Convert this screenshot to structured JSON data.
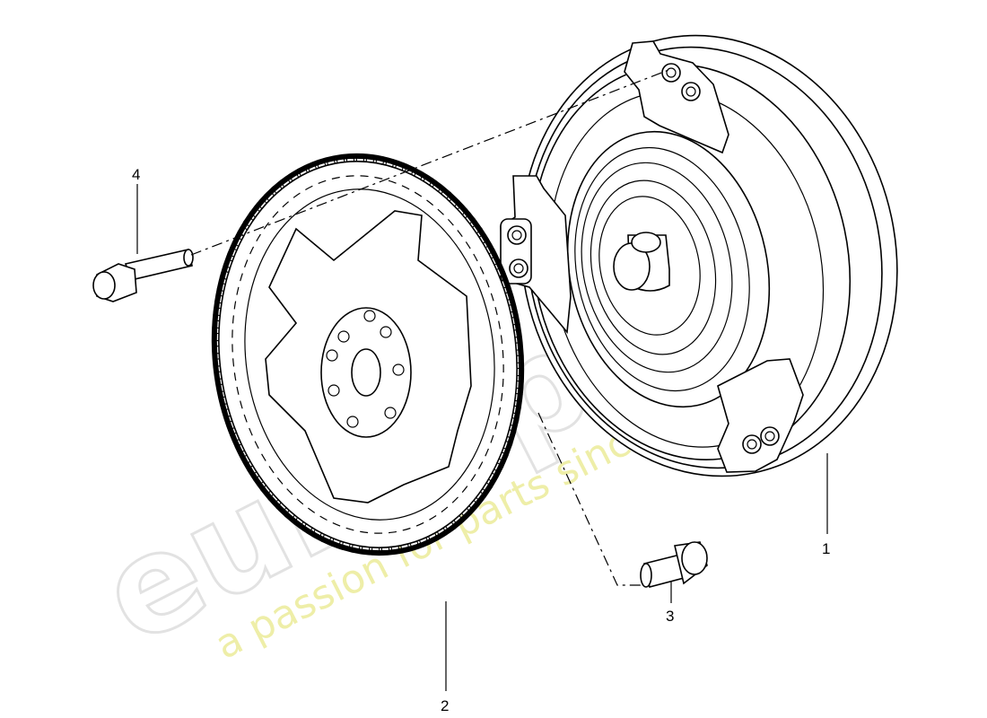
{
  "watermark": {
    "brand": "eurospares",
    "tagline": "a passion for parts since 1985"
  },
  "callouts": [
    {
      "id": "1",
      "label": "1"
    },
    {
      "id": "2",
      "label": "2"
    },
    {
      "id": "3",
      "label": "3"
    },
    {
      "id": "4",
      "label": "4"
    }
  ]
}
